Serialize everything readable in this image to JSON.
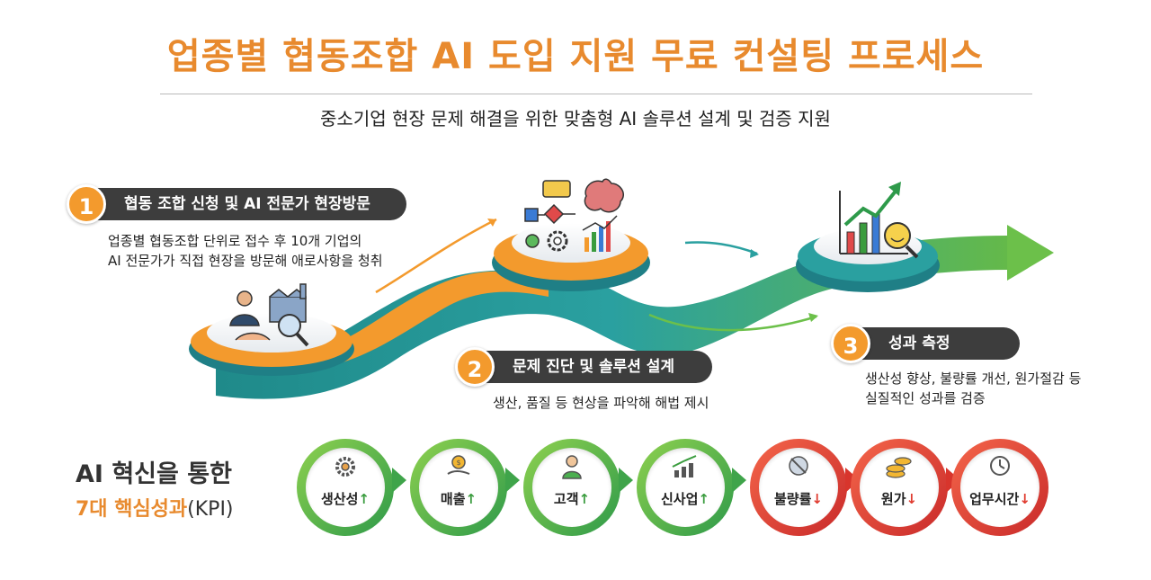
{
  "title": "업종별 협동조합 AI 도입 지원 무료 컨설팅 프로세스",
  "subtitle": "중소기업 현장 문제 해결을 위한 맞춤형 AI 솔루션 설계 및 검증 지원",
  "steps": [
    {
      "num": "1",
      "title": "협동 조합 신청 및 AI 전문가 현장방문",
      "desc": [
        "업종별 협동조합 단위로 접수 후 10개 기업의",
        "AI 전문가가 직접 현장을 방문해 애로사항을 청취"
      ],
      "icon": "handshake-factory-magnifier-icon"
    },
    {
      "num": "2",
      "title": "문제 진단 및 솔루션 설계",
      "desc": [
        "생산, 품질 등 현상을 파악해 해법 제시"
      ],
      "icon": "flowchart-brain-gear-icon"
    },
    {
      "num": "3",
      "title": "성과 측정",
      "desc": [
        "생산성 향상, 불량률 개선, 원가절감 등",
        "실질적인 성과를 검증"
      ],
      "icon": "growth-chart-smile-icon"
    }
  ],
  "kpi": {
    "heading": "AI 혁신을 통한",
    "subheading": "7대 핵심성과",
    "subheading_paren": "(KPI)",
    "items": [
      {
        "label": "생산성",
        "arrow": "↑",
        "trend": "up",
        "icon": "gear-icon"
      },
      {
        "label": "매출",
        "arrow": "↑",
        "trend": "up",
        "icon": "money-hand-icon"
      },
      {
        "label": "고객",
        "arrow": "↑",
        "trend": "up",
        "icon": "person-icon"
      },
      {
        "label": "신사업",
        "arrow": "↑",
        "trend": "up",
        "icon": "bar-chart-icon"
      },
      {
        "label": "불량률",
        "arrow": "↓",
        "trend": "down",
        "icon": "defect-icon"
      },
      {
        "label": "원가",
        "arrow": "↓",
        "trend": "down",
        "icon": "coins-icon"
      },
      {
        "label": "업무시간",
        "arrow": "↓",
        "trend": "down",
        "icon": "clock-icon"
      }
    ]
  },
  "colors": {
    "accent": "#e88a2e",
    "orange": "#f39a2d",
    "teal": "#2a9aa0",
    "green": "#4caf50",
    "red": "#e03b2f",
    "dark": "#3d3d3d"
  }
}
